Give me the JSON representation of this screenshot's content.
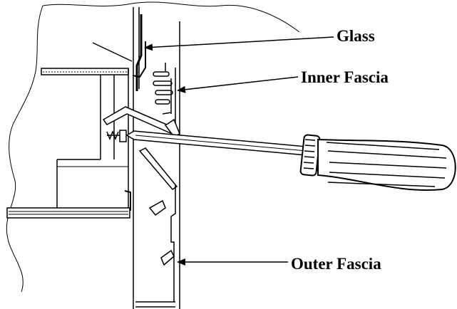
{
  "labels": {
    "glass": "Glass",
    "inner_fascia": "Inner Fascia",
    "outer_fascia": "Outer Fascia"
  },
  "colors": {
    "line": "#000000",
    "background": "#ffffff"
  }
}
